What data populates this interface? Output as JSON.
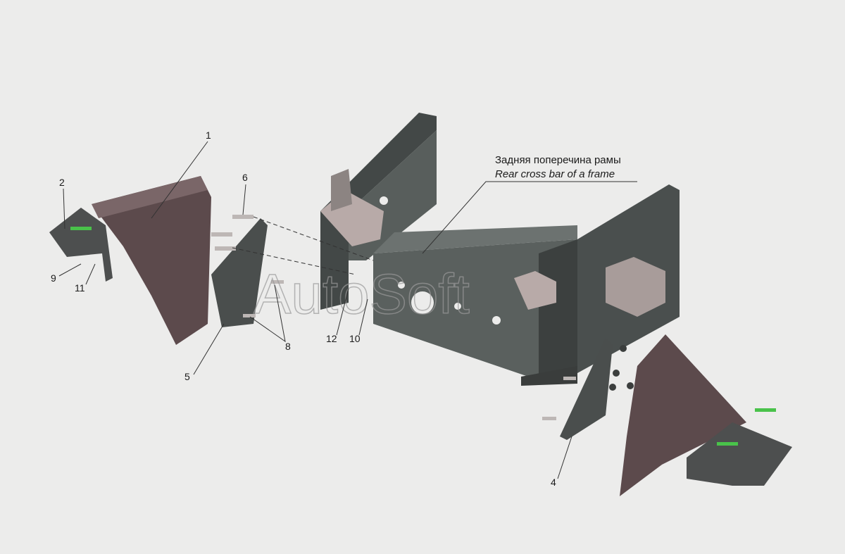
{
  "caption": {
    "ru": "Задняя поперечина рамы",
    "en": "Rear cross bar of a frame"
  },
  "watermark": "AutoSoft",
  "callouts": [
    "1",
    "2",
    "9",
    "11",
    "6",
    "5",
    "8",
    "12",
    "10",
    "4"
  ],
  "colors": {
    "background": "#ececeb",
    "frame": "#4a4f4e",
    "bracket": "#5c4a4c",
    "plate": "#b8aaa8",
    "accent": "#49c24a"
  }
}
